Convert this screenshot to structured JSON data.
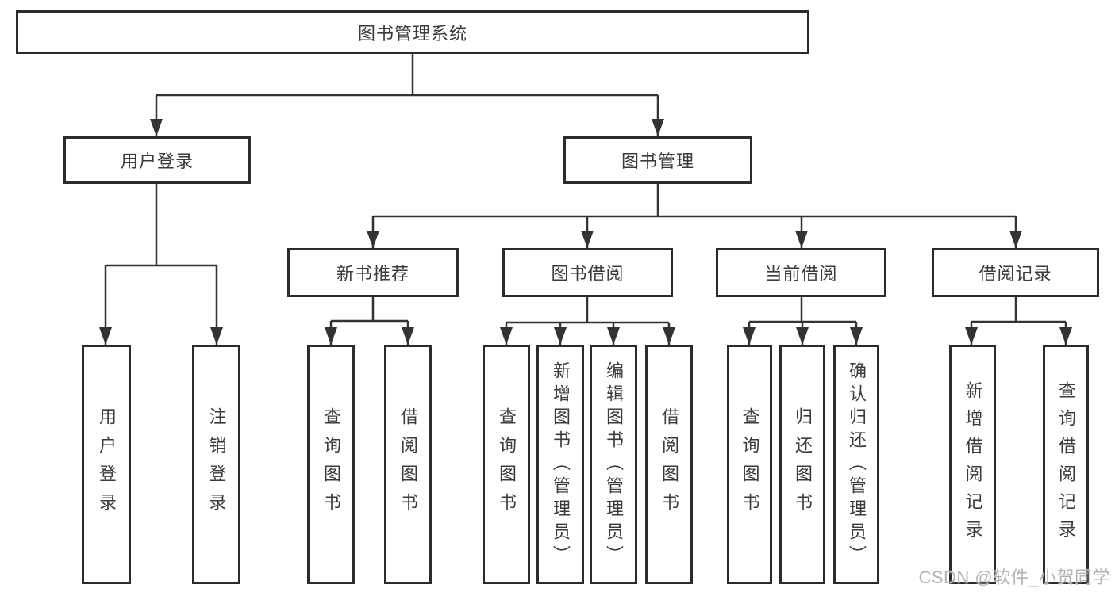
{
  "diagram": {
    "title": "图书管理系统",
    "root": {
      "label": "图书管理系统"
    },
    "level2": [
      {
        "label": "用户登录"
      },
      {
        "label": "图书管理"
      }
    ],
    "level3": [
      {
        "label": "新书推荐"
      },
      {
        "label": "图书借阅"
      },
      {
        "label": "当前借阅"
      },
      {
        "label": "借阅记录"
      }
    ],
    "leaves": {
      "user_login": [
        "用户登录",
        "注销登录"
      ],
      "new_books": [
        "查询图书",
        "借阅图书"
      ],
      "borrow": [
        "查询图书",
        "新增图书（管理员）",
        "编辑图书（管理员）",
        "借阅图书"
      ],
      "current": [
        "查询图书",
        "归还图书",
        "确认归还（管理员）"
      ],
      "records": [
        "新增借阅记录",
        "查询借阅记录"
      ]
    }
  },
  "watermark": "CSDN @软件_小贺同学",
  "colors": {
    "line": "#333333",
    "border": "#2b2b2b",
    "text": "#3b3b3b",
    "watermark": "#b3b3b3",
    "background": "#ffffff"
  }
}
